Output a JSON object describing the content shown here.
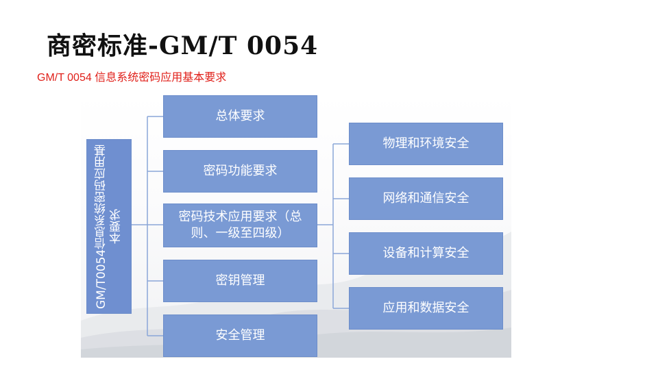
{
  "title": "商密标准-GM/T 0054",
  "subtitle": "GM/T 0054 信息系统密码应用基本要求",
  "diagram": {
    "root": "GM/T0054信息系统密码应用基本要求",
    "level1": [
      "总体要求",
      "密码功能要求",
      "密码技术应用要求（总则、一级至四级）",
      "密钥管理",
      "安全管理"
    ],
    "level2": [
      "物理和环境安全",
      "网络和通信安全",
      "设备和计算安全",
      "应用和数据安全"
    ],
    "colors": {
      "box": "#7a9ad4",
      "root": "#6f8fd0",
      "line": "#8aa6d8",
      "title_red": "#e0201a"
    }
  }
}
